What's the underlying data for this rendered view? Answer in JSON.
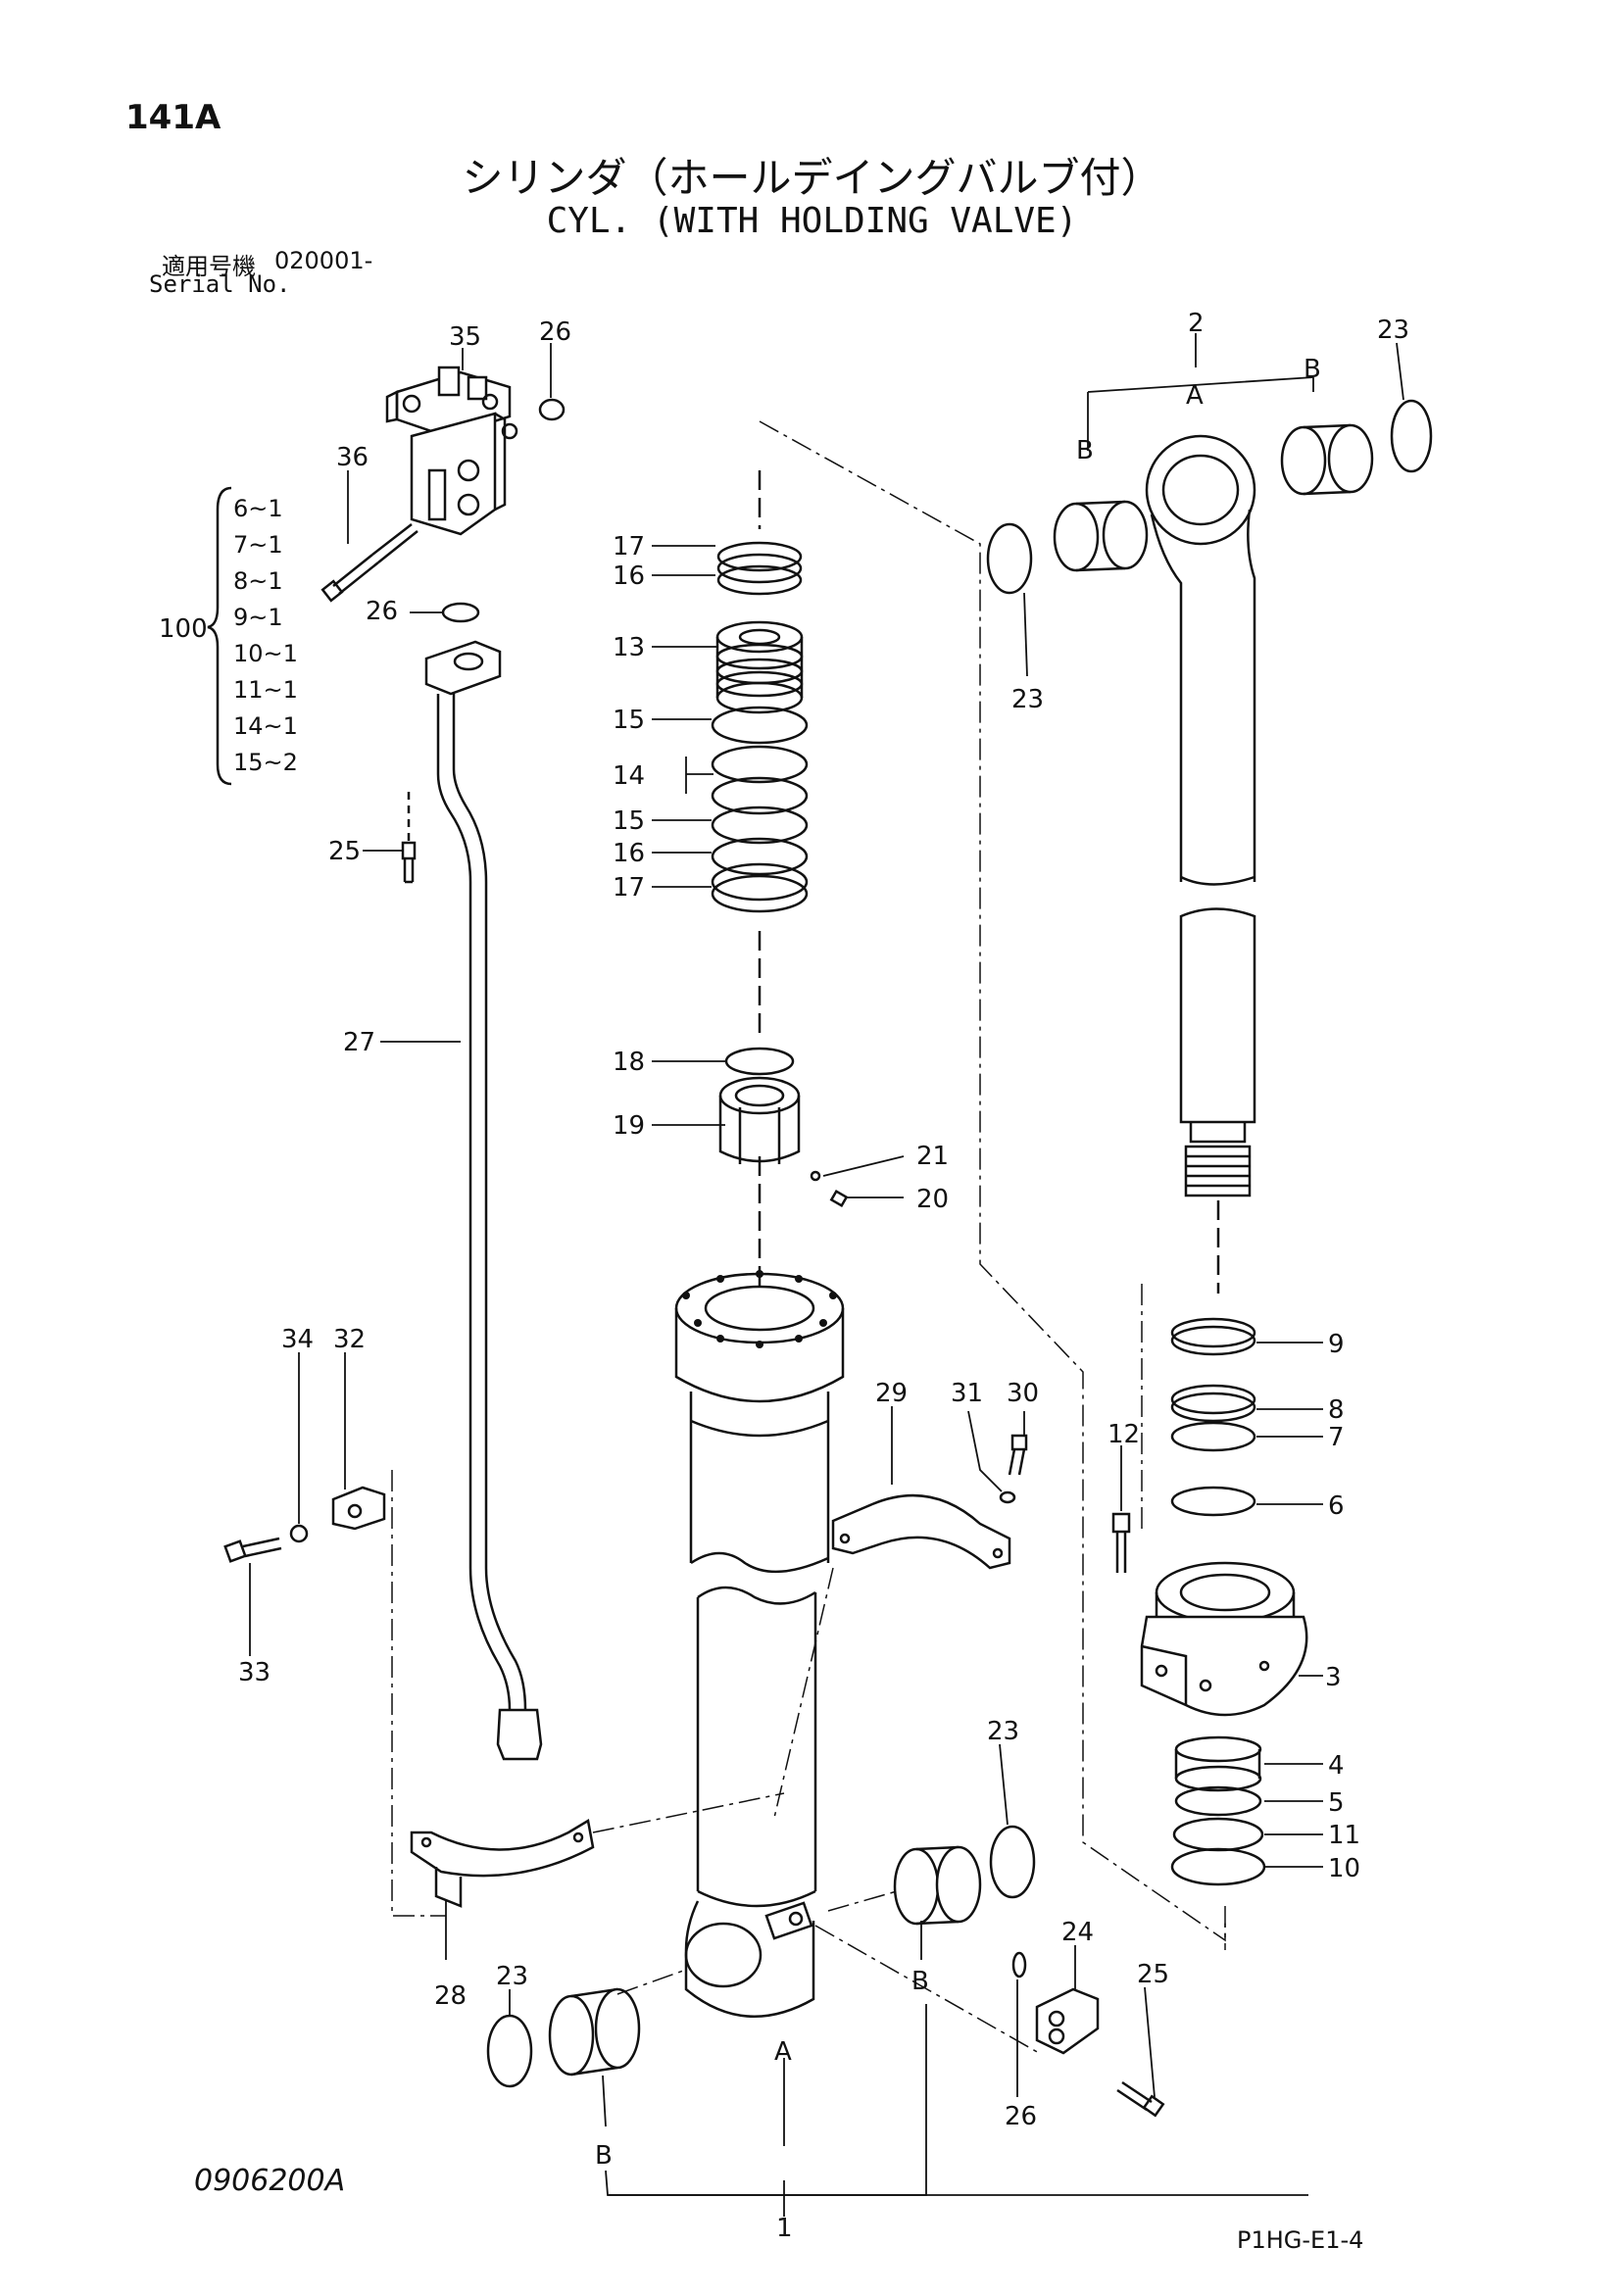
{
  "header": {
    "page_no": "141A",
    "title_jp": "シリンダ（ホールデイングバルブ付）",
    "title_en": "CYL. (WITH HOLDING VALVE)",
    "serial_label_jp": "適用号機",
    "serial_value": "020001-",
    "serial_label_en": "Serial No."
  },
  "kit": {
    "label": "100",
    "items": [
      "6~1",
      "7~1",
      "8~1",
      "9~1",
      "10~1",
      "11~1",
      "14~1",
      "15~2"
    ]
  },
  "callouts": {
    "c35": "35",
    "c26a": "26",
    "c36": "36",
    "c26b": "26",
    "c25a": "25",
    "c27": "27",
    "c17a": "17",
    "c16a": "16",
    "c13": "13",
    "c15a": "15",
    "c14": "14",
    "c15b": "15",
    "c16b": "16",
    "c17b": "17",
    "c18": "18",
    "c19": "19",
    "c21": "21",
    "c20": "20",
    "c2": "2",
    "c23a": "23",
    "cA1": "A",
    "cB1": "B",
    "cB2": "B",
    "c23b": "23",
    "c9": "9",
    "c8": "8",
    "c7": "7",
    "c6": "6",
    "c12": "12",
    "c3": "3",
    "c4": "4",
    "c5": "5",
    "c11": "11",
    "c10": "10",
    "c34": "34",
    "c32": "32",
    "c33": "33",
    "c29": "29",
    "c31": "31",
    "c30": "30",
    "c23c": "23",
    "c28": "28",
    "c23d": "23",
    "cB3": "B",
    "cA2": "A",
    "cB4": "B",
    "c1": "1",
    "c24": "24",
    "c25b": "25",
    "c26c": "26"
  },
  "footer": {
    "doc_code": "0906200A",
    "fig_code": "P1HG-E1-4"
  }
}
